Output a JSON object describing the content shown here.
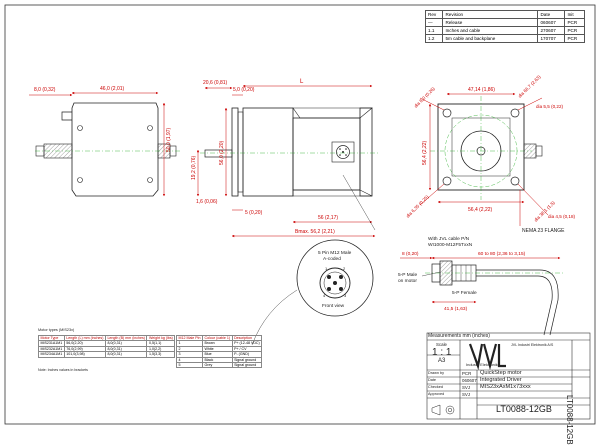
{
  "revisions": {
    "header": [
      "Rev",
      "Revision",
      "Date",
      "Init"
    ],
    "rows": [
      {
        "rev": "—",
        "text": "Release",
        "date": "060607",
        "init": "PCR"
      },
      {
        "rev": "1.1",
        "text": "Inches and cable",
        "date": "270607",
        "init": "PCR"
      },
      {
        "rev": "1.2",
        "text": "5m cable and backplane",
        "date": "170707",
        "init": "PCR"
      }
    ]
  },
  "dimensions": {
    "side_top_left": "8,0 (0,32)",
    "side_width": "46,0 (2,01)",
    "side_height": "50,0 (1,97)",
    "front_top_left": "20,6 (0,81)",
    "front_flange": "5,0 (0,20)",
    "front_length_label": "L",
    "front_height": "56,0 (2,20)",
    "shaft_height": "19,2 (0,76)",
    "flange_thickness": "1,6 (0,06)",
    "pilot": "5 (0,20)",
    "body_dim": "56 (2,17)",
    "bmax": "Bmax. 56,2 (2,21)",
    "flange_top": "47,14 (1,86)",
    "flange_diag": "Ø 5,5 (0,22)",
    "flange_side": "56,4 (2,22)",
    "flange_bottom": "56,4 (2,22)",
    "hole_dia": "dia 5,5 (0,22)",
    "corner_dia": "dia 66,7 (2,63)",
    "left_dia_top": "dia 8,0 (0,26)",
    "left_dia_bottom": "dia 6,35 (0,25)",
    "right_dia_bottom": "dia 38,1 (1,5)",
    "corner_radius": "dia 4,5 (0,18)",
    "nema_label": "NEMA 23 FLANGE",
    "cable_offset": "8 (0,20)",
    "cable_length": "60 to 80 (2,36 to 3,15)",
    "connector_length": "41,5 (1,63)"
  },
  "cable": {
    "title_line1": "With JVL cable P/N",
    "title_line2": "WI1000-M12F5TxxN",
    "male_label_line1": "5-P Male",
    "male_label_line2": "on motor",
    "female_label": "5-P Female"
  },
  "connector_detail": {
    "title_line1": "5 Pin M12 Male",
    "title_line2": "A-coded",
    "view_label": "Front view",
    "pins": [
      "1",
      "2",
      "3",
      "4",
      "5"
    ]
  },
  "motor_table": {
    "caption": "Motor types (MIS23x)",
    "header": [
      "Motor Type",
      "Length (L) mm (inches)",
      "Length (B) mm (inches)",
      "Weight kg (lbs)"
    ],
    "rows": [
      [
        "MIS231A1M1",
        "56,0(2,20)",
        "8,0(0,31)",
        "0,5(1,1)"
      ],
      [
        "MIS232A1M1",
        "76,0(2,99)",
        "8,0(0,31)",
        "1,0(2,2)"
      ],
      [
        "MIS234A1M1",
        "101,0(3,98)",
        "8,0(0,31)",
        "1,5(3,3)"
      ]
    ],
    "notes": "Note: Inches values in brackets"
  },
  "pin_table": {
    "header": [
      "M12 Male Pin",
      "Colour (cable 1)",
      "Description"
    ],
    "rows": [
      [
        "1",
        "Brown",
        "P+ (12-48 VDC)"
      ],
      [
        "2",
        "White",
        "P+ / CV"
      ],
      [
        "3",
        "Blue",
        "P- (GND)"
      ],
      [
        "4",
        "Black",
        "Signal ground"
      ],
      [
        "5",
        "Grey",
        "Signal ground"
      ]
    ]
  },
  "title_block": {
    "measurement": "Measurements mm (inches)",
    "scale_label": "Scale",
    "scale": "1 : 1",
    "format": "A3",
    "company": "JVL Industri Elektronik",
    "company_short": "Industri Elektronik",
    "address": "JVL Industri Elektronik A/S",
    "drawn_label": "Drawn by",
    "drawn_by": "PCR",
    "date_label": "Date",
    "date": "060607",
    "checked_label": "Checked",
    "checked": "SVJ",
    "approved_label": "Approved",
    "approved": "SVJ",
    "name_line1": "QuickStep motor",
    "name_line2": "Integrated Driver",
    "name_line3": "MIS23xAxM1x73xxx",
    "drawing_no": "LT0088-12GB"
  }
}
